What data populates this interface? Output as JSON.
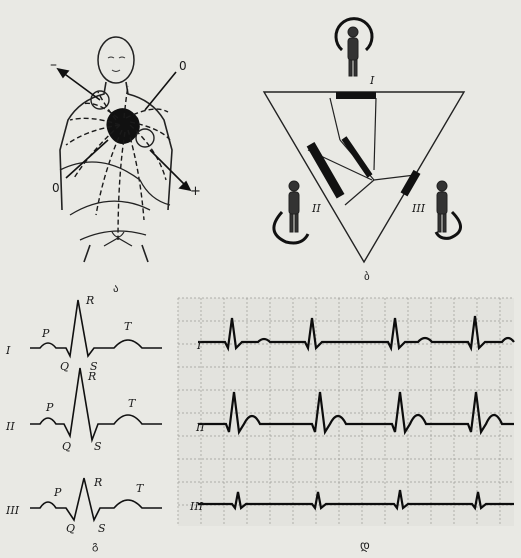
{
  "panel_a": {
    "caption": "ა",
    "electrodes": {
      "top_left": "–",
      "top_right": "0",
      "bottom_left": "0",
      "bottom_right": "+"
    }
  },
  "panel_b": {
    "caption": "ბ",
    "leads": [
      "I",
      "II",
      "III"
    ]
  },
  "panel_c": {
    "caption": "გ",
    "leads": [
      "I",
      "II",
      "III"
    ],
    "wave_labels": {
      "p": "P",
      "q": "Q",
      "r": "R",
      "s": "S",
      "t": "T"
    }
  },
  "panel_d": {
    "caption": "დ",
    "leads": [
      "I",
      "II",
      "III"
    ]
  },
  "colors": {
    "paper": "#e9e9e4",
    "ink": "#1b1b1b",
    "grid": "#9a9a96"
  }
}
